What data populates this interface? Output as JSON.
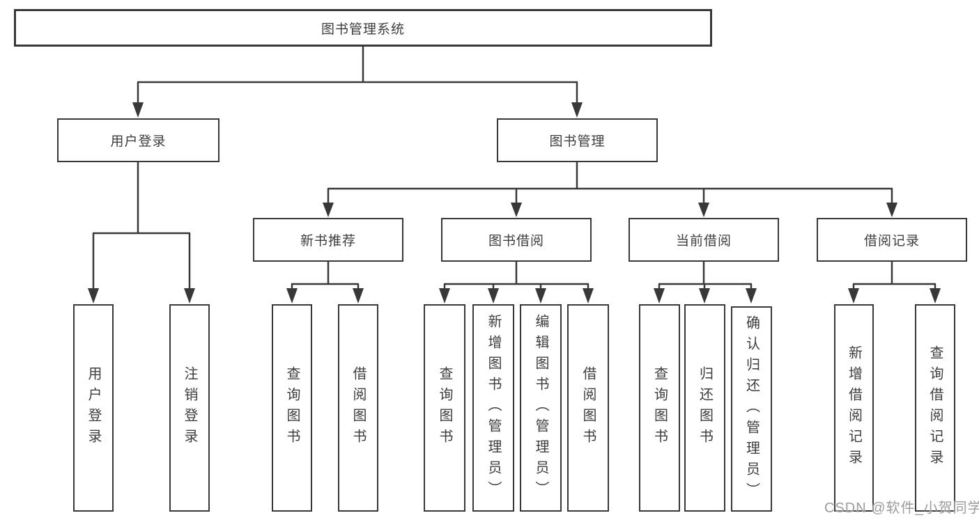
{
  "tree": {
    "root": "图书管理系统",
    "login": {
      "label": "用户登录",
      "children": [
        "用户登录",
        "注销登录"
      ]
    },
    "mgmt": {
      "label": "图书管理"
    },
    "groups": [
      {
        "label": "新书推荐",
        "children": [
          "查询图书",
          "借阅图书"
        ]
      },
      {
        "label": "图书借阅",
        "children": [
          "查询图书",
          "新增图书（管理员）",
          "编辑图书（管理员）",
          "借阅图书"
        ]
      },
      {
        "label": "当前借阅",
        "children": [
          "查询图书",
          "归还图书",
          "确认归还（管理员）"
        ]
      },
      {
        "label": "借阅记录",
        "children": [
          "新增借阅记录",
          "查询借阅记录"
        ]
      }
    ]
  },
  "watermark": {
    "text": "CSDN @软件_小贺同学"
  },
  "colors": {
    "line": "#383838",
    "text": "#3d3d3d",
    "watermark": "#9b9b9b",
    "background": "#ffffff"
  }
}
